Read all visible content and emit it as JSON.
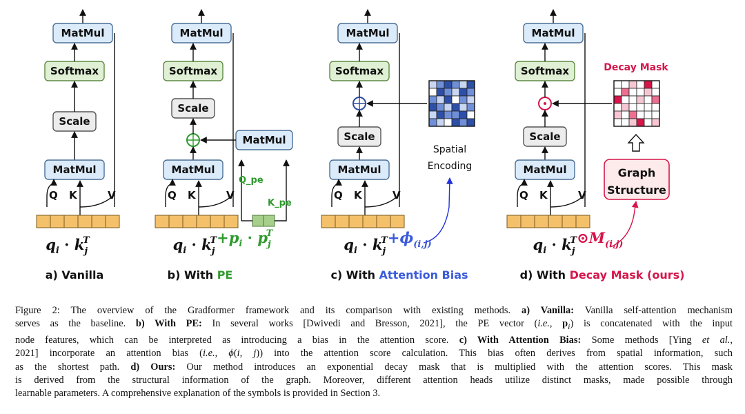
{
  "panels": [
    {
      "id": "vanilla",
      "blocks": {
        "matmul_top": "MatMul",
        "softmax": "Softmax",
        "scale": "Scale",
        "matmul_bottom": "MatMul"
      },
      "inputs": {
        "q": "Q",
        "k": "K",
        "v": "V"
      },
      "formula": {
        "q": "q",
        "q_sub": "i",
        "dot": "·",
        "k": "k",
        "k_sub": "j",
        "k_sup": "T"
      },
      "label": {
        "prefix": "a) Vanilla",
        "highlight": "",
        "suffix": ""
      }
    },
    {
      "id": "with-pe",
      "blocks": {
        "matmul_top": "MatMul",
        "softmax": "Softmax",
        "scale": "Scale",
        "matmul_bottom": "MatMul",
        "matmul_pe": "MatMul"
      },
      "inputs": {
        "q": "Q",
        "k": "K",
        "v": "V",
        "q_pe": "Q_pe",
        "k_pe": "K_pe"
      },
      "formula": {
        "q": "q",
        "q_sub": "i",
        "dot": "·",
        "k": "k",
        "k_sub": "j",
        "k_sup": "T",
        "extra_op": "+",
        "p": "p",
        "p_sub": "i",
        "p2": "p",
        "p2_sub": "j",
        "p2_sup": "T"
      },
      "label": {
        "prefix": "b) With ",
        "highlight": "PE",
        "suffix": ""
      }
    },
    {
      "id": "attention-bias",
      "blocks": {
        "matmul_top": "MatMul",
        "softmax": "Softmax",
        "scale": "Scale",
        "matmul_bottom": "MatMul"
      },
      "inputs": {
        "q": "Q",
        "k": "K",
        "v": "V"
      },
      "side_label_1": "Spatial",
      "side_label_2": "Encoding",
      "formula": {
        "q": "q",
        "q_sub": "i",
        "dot": "·",
        "k": "k",
        "k_sub": "j",
        "k_sup": "T",
        "extra_op": "+",
        "phi": "ϕ",
        "phi_sub": "(i,j)"
      },
      "label": {
        "prefix": "c) With ",
        "highlight": "Attention Bias",
        "suffix": ""
      }
    },
    {
      "id": "decay-mask",
      "blocks": {
        "matmul_top": "MatMul",
        "softmax": "Softmax",
        "scale": "Scale",
        "matmul_bottom": "MatMul"
      },
      "inputs": {
        "q": "Q",
        "k": "K",
        "v": "V"
      },
      "mask_title": "Decay Mask",
      "graph_structure_1": "Graph",
      "graph_structure_2": "Structure",
      "formula": {
        "q": "q",
        "q_sub": "i",
        "dot": "·",
        "k": "k",
        "k_sub": "j",
        "k_sup": "T",
        "extra_op": "⊙",
        "m": "M",
        "m_sub": "(i,j)"
      },
      "label": {
        "prefix": "d) With ",
        "highlight": "Decay Mask (ours)",
        "suffix": ""
      }
    }
  ],
  "colors": {
    "matmul_fill": "#dcebf9",
    "matmul_stroke": "#4a6f96",
    "softmax_fill": "#dff0d4",
    "softmax_stroke": "#5f8a45",
    "scale_fill": "#ececec",
    "scale_stroke": "#555555",
    "token_fill": "#f4c06a",
    "token_stroke": "#7a5a1e",
    "pe_token_fill": "#a6cf8c",
    "pe_token_stroke": "#4f7a3a",
    "pe_green": "#2e9a2e",
    "bias_blue": "#3b5bdb",
    "mask_red": "#d6154a",
    "graph_fill": "#fdeaea"
  },
  "bias_matrix": [
    [
      1,
      2,
      3,
      2,
      1,
      3
    ],
    [
      0,
      3,
      2,
      1,
      3,
      2
    ],
    [
      2,
      1,
      3,
      0,
      2,
      1
    ],
    [
      3,
      2,
      1,
      3,
      1,
      2
    ],
    [
      1,
      3,
      2,
      2,
      3,
      0
    ],
    [
      2,
      1,
      0,
      3,
      2,
      3
    ]
  ],
  "decay_matrix": [
    [
      0,
      0,
      1,
      0,
      3,
      0
    ],
    [
      0,
      2,
      0,
      0,
      1,
      0
    ],
    [
      3,
      0,
      0,
      1,
      0,
      2
    ],
    [
      0,
      1,
      0,
      0,
      0,
      0
    ],
    [
      1,
      0,
      2,
      0,
      0,
      0
    ],
    [
      0,
      0,
      1,
      3,
      0,
      1
    ]
  ],
  "caption": {
    "fig_label": "Figure 2:",
    "intro": " The overview of the Gradformer framework and its comparison with existing methods. ",
    "a_label": "a) Vanilla:",
    "a_text": " Vanilla self-attention mechanism serves as the baseline. ",
    "b_label": "b) With PE:",
    "b_text": " In several works [Dwivedi and Bresson, 2021], the PE vector (i.e., p_i) is concatenated with the input node features, which can be interpreted as introducing a bias in the attention score. ",
    "c_label": "c) With Attention Bias:",
    "c_text": " Some methods [Ying et al., 2021] incorporate an attention bias (i.e., ϕ(i, j)) into the attention score calculation. This bias often derives from spatial information, such as the shortest path. ",
    "d_label": "d) Ours:",
    "d_text": " Our method introduces an exponential decay mask that is multiplied with the attention scores. This mask is derived from the structural information of the graph. Moreover, different attention heads utilize distinct masks, made possible through learnable parameters. A comprehensive explanation of the symbols is provided in Section 3."
  }
}
